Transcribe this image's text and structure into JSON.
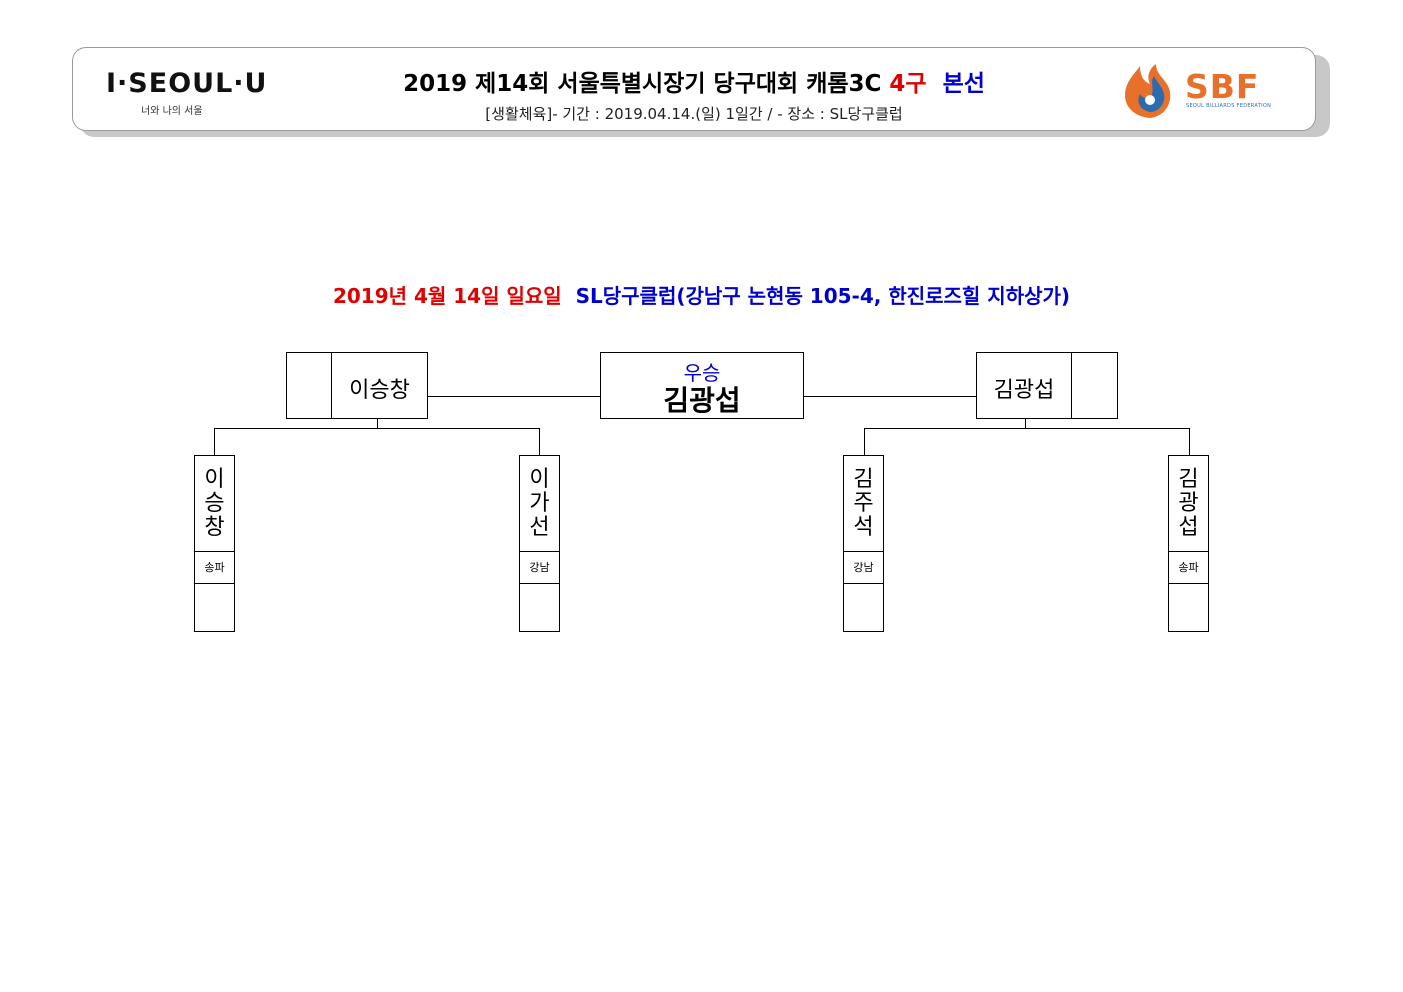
{
  "header": {
    "left_logo": "I·SEOUL·U",
    "left_logo_sub": "너와 나의 서울",
    "title_prefix": "2019  제14회  서울특별시장기  당구대회  캐롬3C  ",
    "title_red": "4구",
    "title_blue": "본선",
    "subtitle": "[생활체육]-  기간  :  2019.04.14.(일)  1일간  /  -  장소  :  SL당구클럽",
    "right_logo": "SBF",
    "right_logo_sub": "SEOUL BILLIARDS FEDERATION"
  },
  "event": {
    "date": "2019년  4월  14일  일요일",
    "venue": "SL당구클럽(강남구  논현동  105-4,  한진로즈힐  지하상가)"
  },
  "bracket": {
    "champion_label": "우승",
    "champion_name": "김광섭",
    "finalist_left": "이승창",
    "finalist_right": "김광섭",
    "players": [
      {
        "name_chars": [
          "이",
          "승",
          "창"
        ],
        "region": "송파"
      },
      {
        "name_chars": [
          "이",
          "가",
          "선"
        ],
        "region": "강남"
      },
      {
        "name_chars": [
          "김",
          "주",
          "석"
        ],
        "region": "강남"
      },
      {
        "name_chars": [
          "김",
          "광",
          "섭"
        ],
        "region": "송파"
      }
    ]
  },
  "colors": {
    "accent_red": "#e00000",
    "accent_blue": "#0000cc",
    "sbf_orange": "#e8702a",
    "sbf_blue": "#2b6cb0"
  }
}
